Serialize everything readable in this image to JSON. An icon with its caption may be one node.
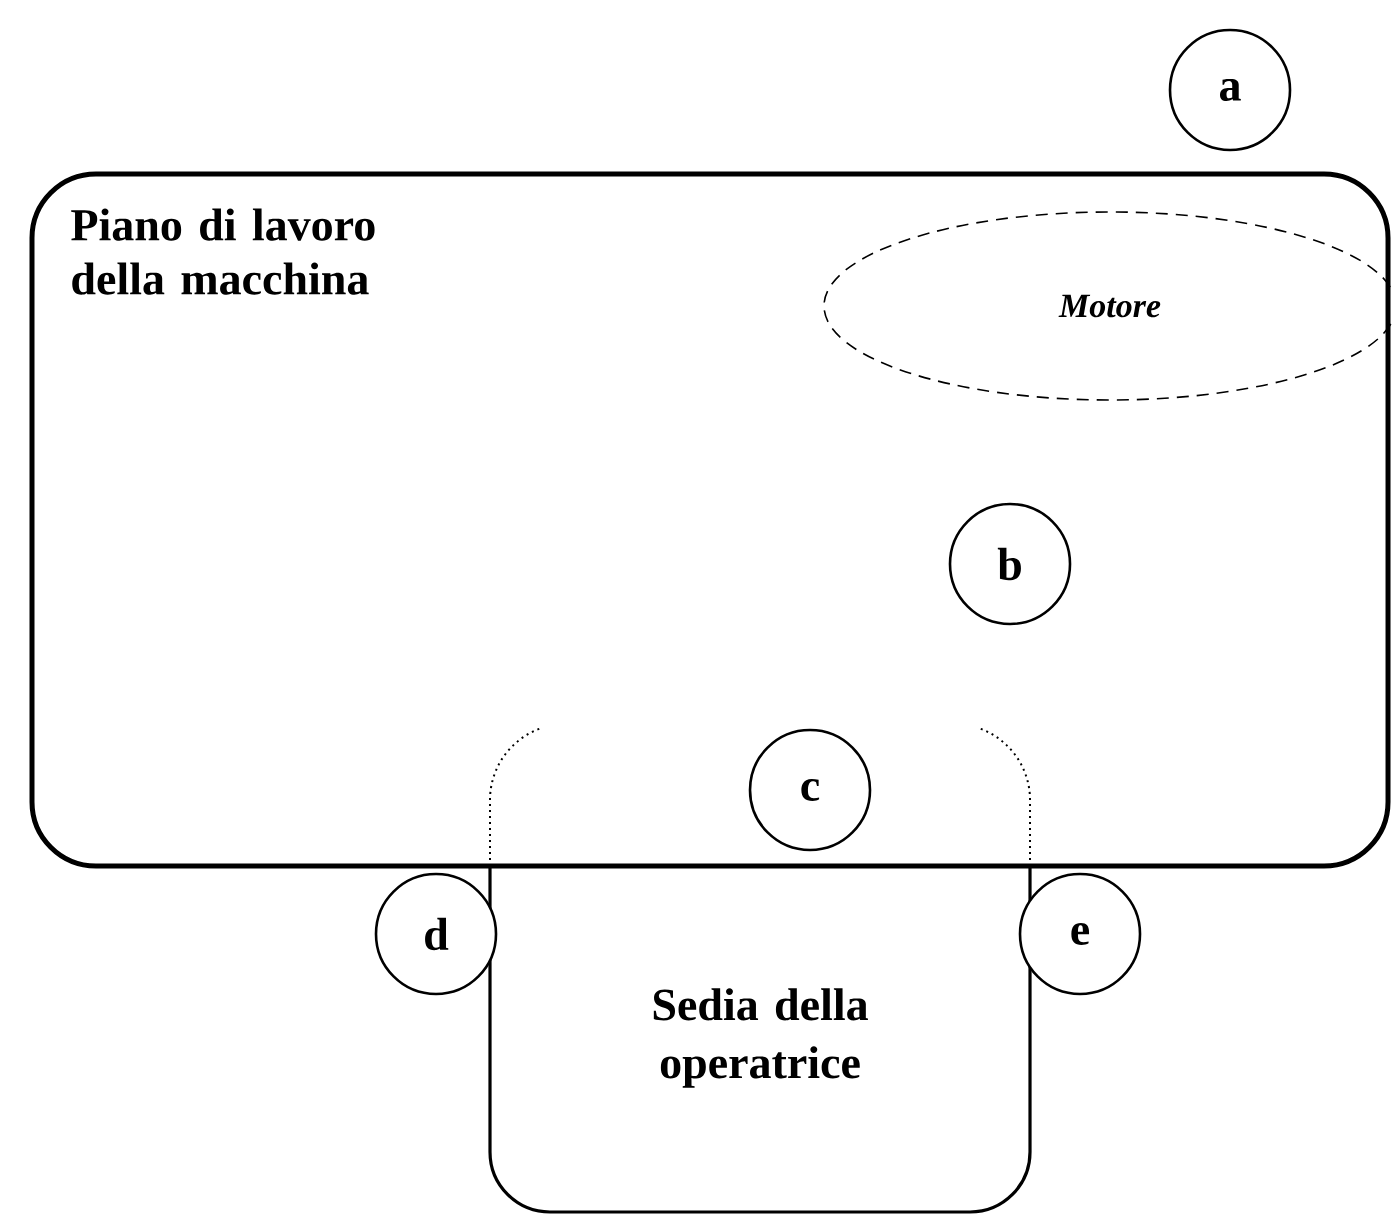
{
  "diagram": {
    "nodes": [
      {
        "text": [
          "Piano di lavoro della macchina"
        ]
      },
      {
        "text": [
          "Motore"
        ],
        "in": 0
      },
      {
        "text": [
          "Sedia della operatrice"
        ]
      },
      {
        "text": [
          "a"
        ]
      },
      {
        "text": [
          "b"
        ],
        "in": 0
      },
      {
        "text": [
          "c"
        ],
        "in": 0
      },
      {
        "text": [
          "d"
        ]
      },
      {
        "text": [
          "e"
        ]
      }
    ]
  }
}
